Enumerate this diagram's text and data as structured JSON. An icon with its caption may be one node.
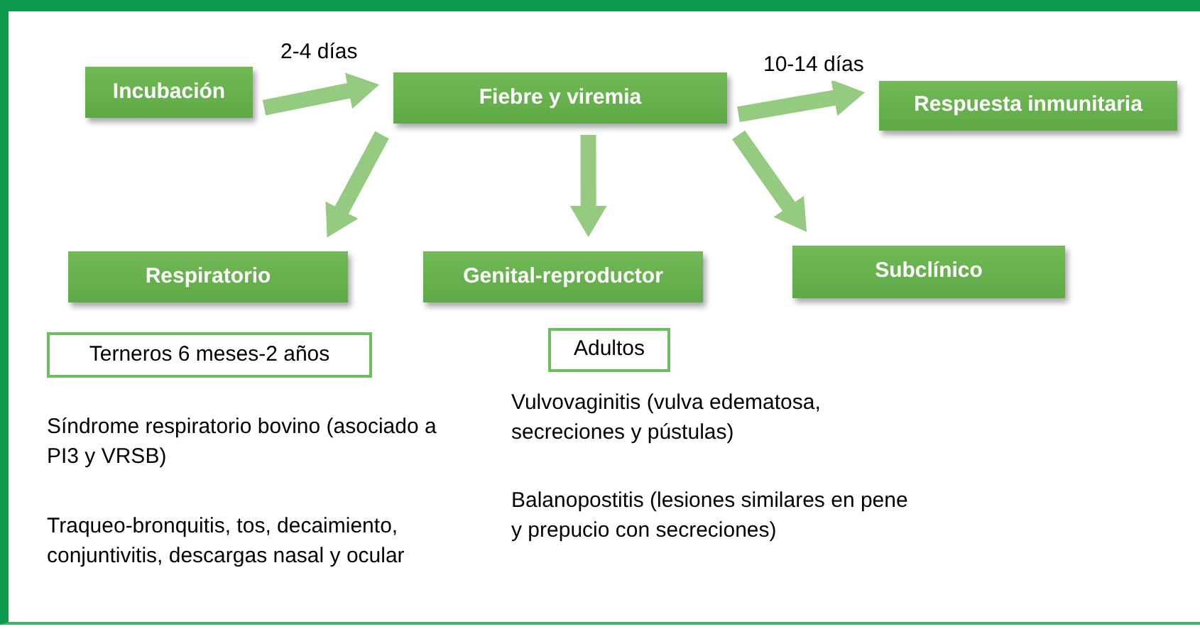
{
  "diagram": {
    "nodes": [
      {
        "text": [
          "Incubación"
        ]
      },
      {
        "text": [
          "Fiebre y viremia"
        ]
      },
      {
        "text": [
          "Respuesta inmunitaria"
        ]
      },
      {
        "text": [
          "Respiratorio"
        ]
      },
      {
        "text": [
          "Genital-reproductor"
        ]
      },
      {
        "text": [
          "Subclínico"
        ]
      },
      {
        "text": [
          "Terneros 6 meses-2 años"
        ]
      },
      {
        "text": [
          "Adultos"
        ]
      }
    ],
    "edges": [
      {
        "from": 0,
        "to": 1,
        "arrow": "to",
        "label": "2-4 días"
      },
      {
        "from": 1,
        "to": 2,
        "arrow": "to",
        "label": "10-14 días"
      },
      {
        "from": 1,
        "to": 3,
        "arrow": "to"
      },
      {
        "from": 1,
        "to": 4,
        "arrow": "to"
      },
      {
        "from": 1,
        "to": 5,
        "arrow": "to"
      }
    ],
    "labels": [
      "Síndrome respiratorio bovino (asociado a PI3 y VRSB)",
      "Traqueo-bronquitis, tos, decaimiento, conjuntivitis, descargas nasal y ocular",
      "Vulvovaginitis (vulva edematosa, secreciones y pústulas)",
      "Balanopostitis (lesiones similares en pene y prepucio con secreciones)"
    ]
  }
}
